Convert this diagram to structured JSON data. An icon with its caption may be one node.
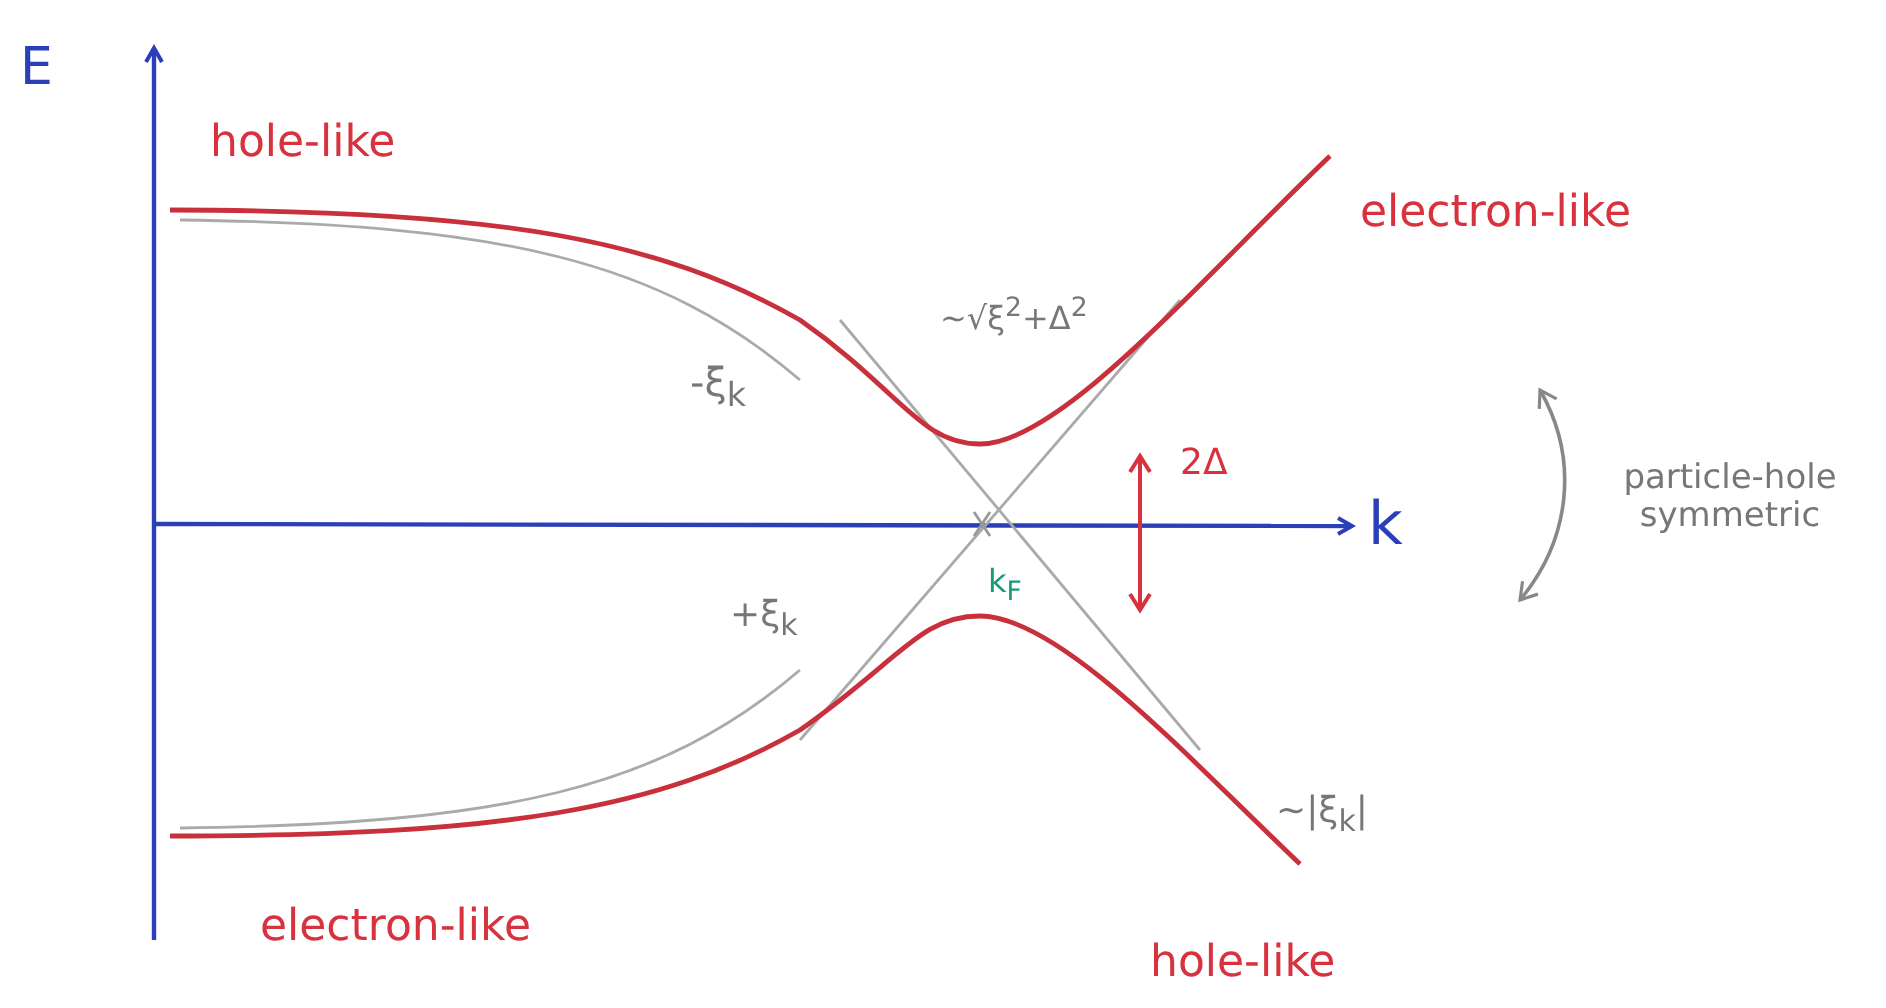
{
  "diagram": {
    "labels": [
      "E",
      "hole-like",
      "electron-like",
      "∼√ξ$^{2}$+Δ$^{2}$",
      "-ξ$_{k}$",
      "2Δ",
      "k",
      "particle-hole symmetric",
      "+ξ$_{k}$",
      "k$_{F}$",
      "∼|ξ$_{k}$|",
      "electron-like",
      "hole-like"
    ]
  }
}
